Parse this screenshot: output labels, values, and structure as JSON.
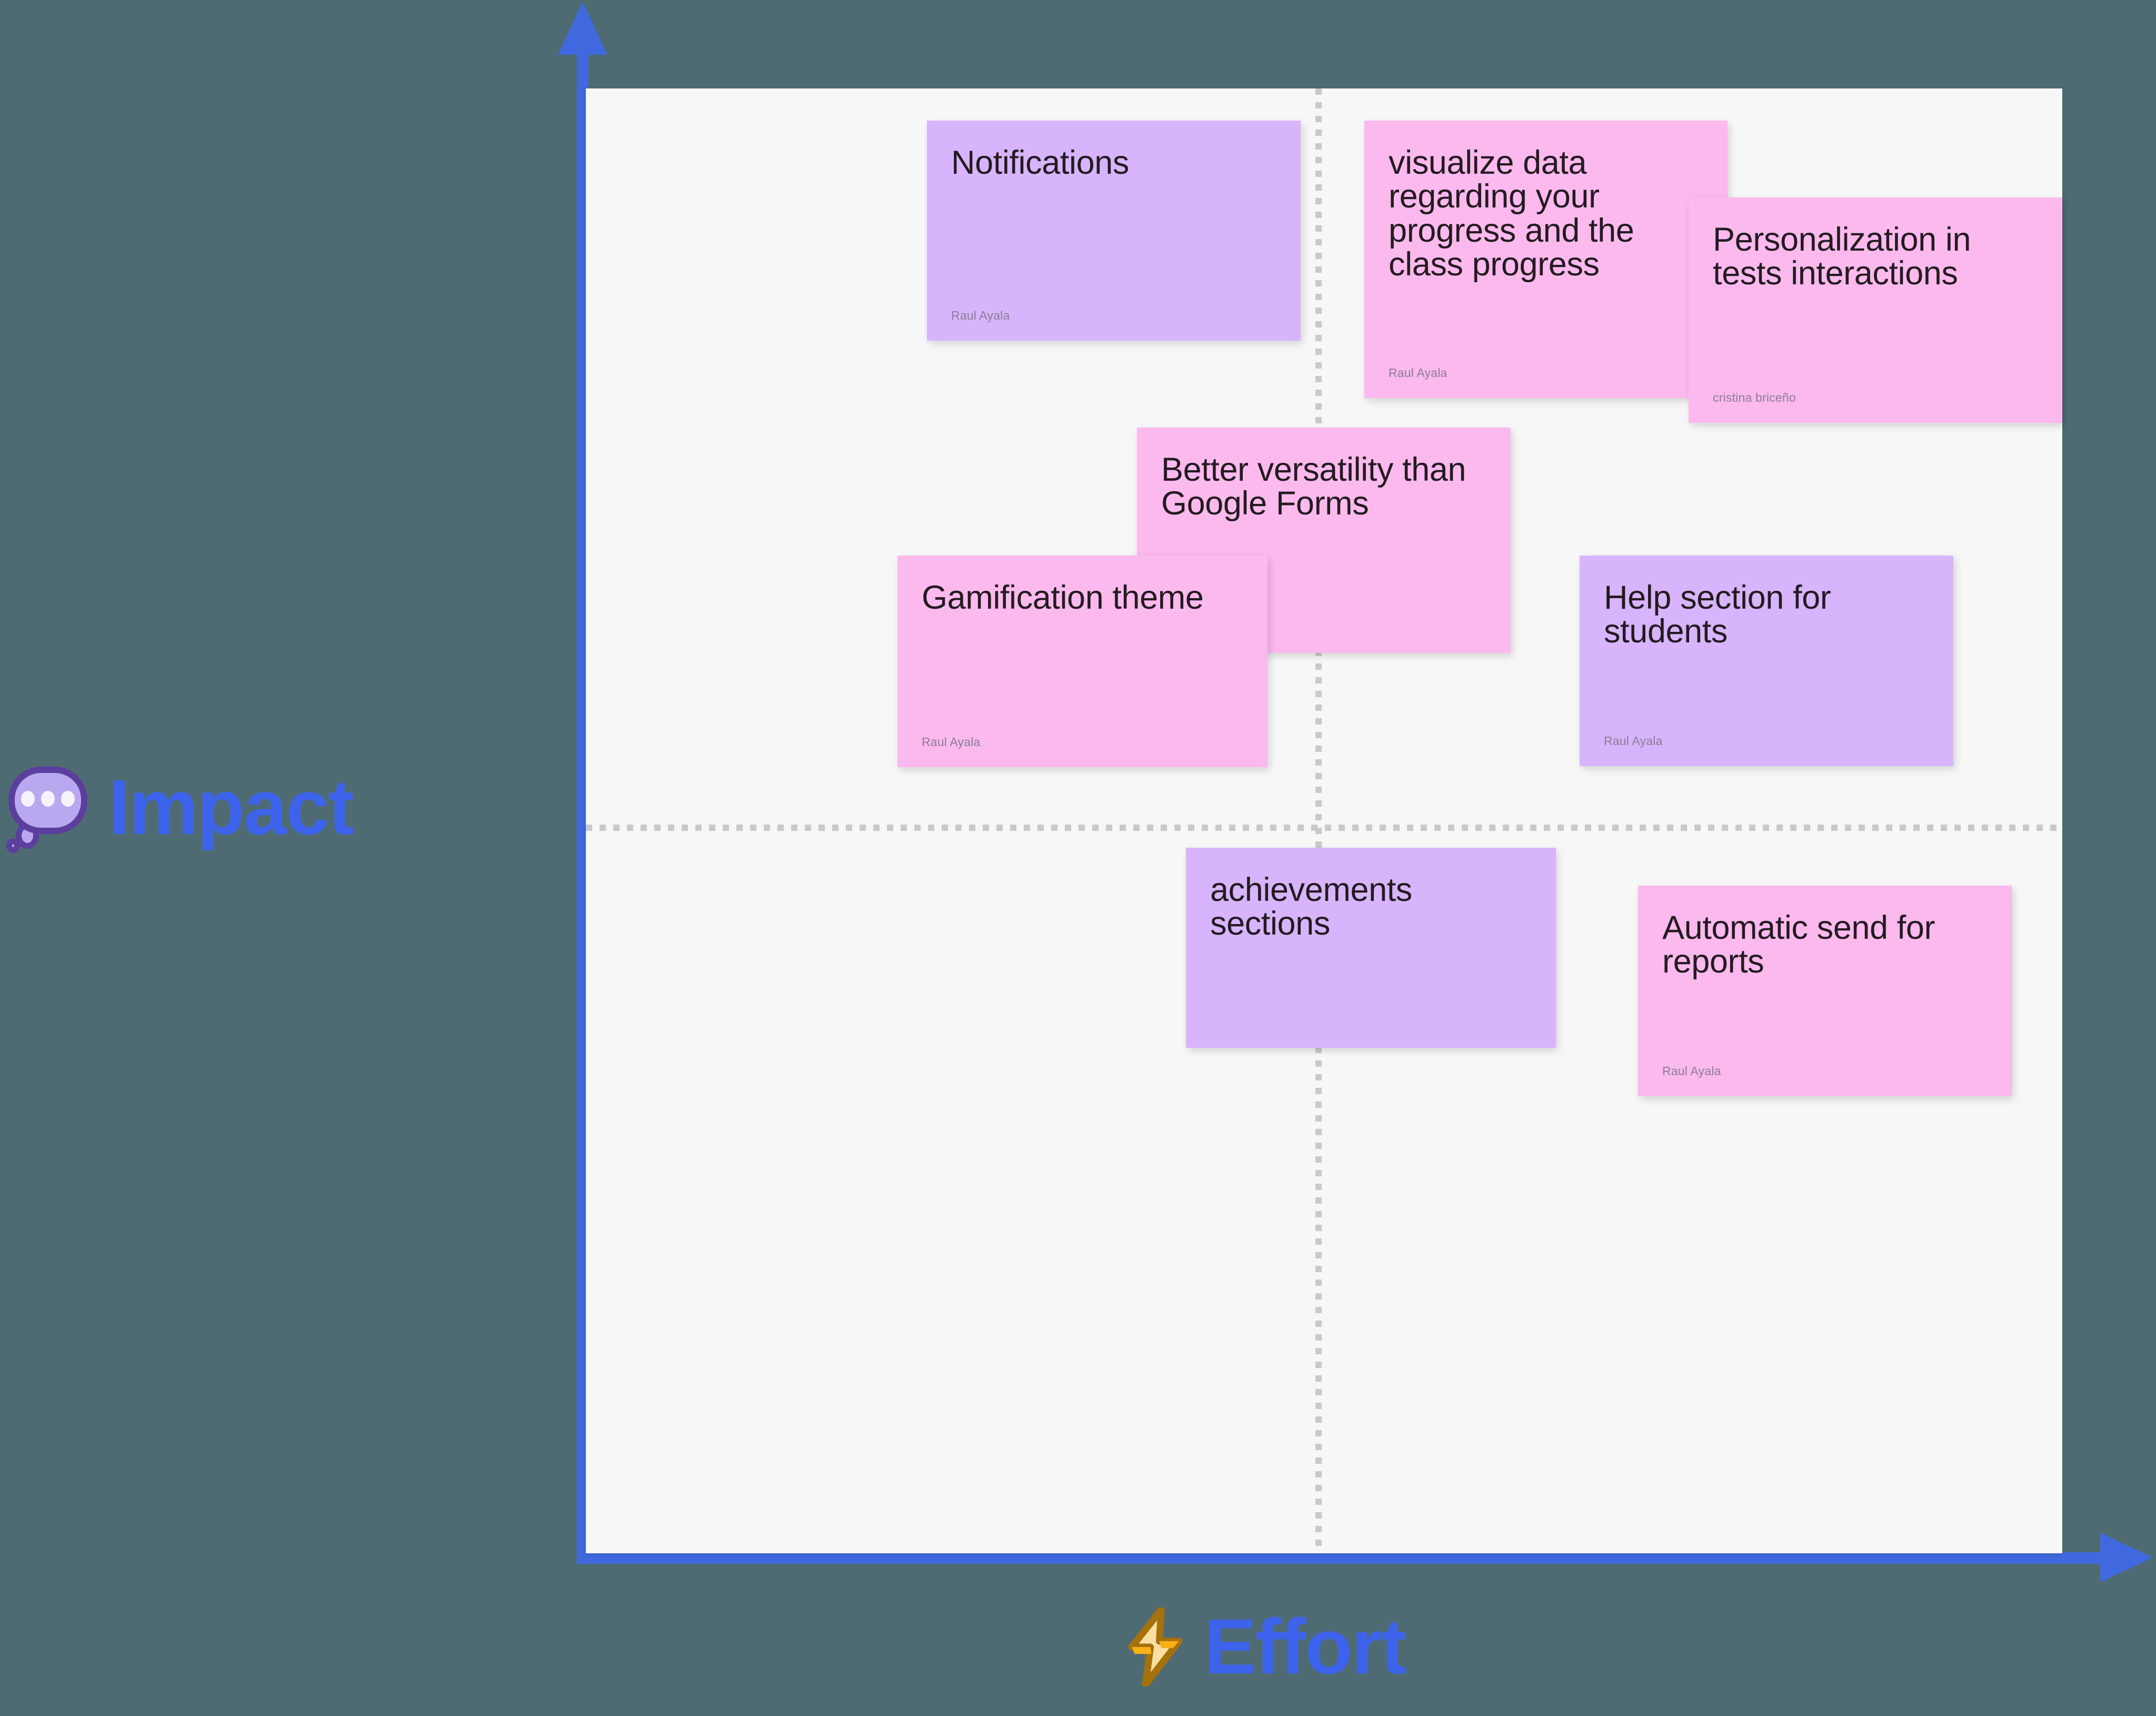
{
  "board": {
    "background_color": "#4E6B74",
    "panel_color": "#F7F7F7",
    "accent_color": "#3D63EC",
    "divider_color": "#C9C9C9"
  },
  "axes": {
    "y": {
      "label": "Impact",
      "icon": "thought-balloon-emoji",
      "color": "#3D63EC",
      "direction": "up"
    },
    "x": {
      "label": "Effort",
      "icon": "lightning-bolt-emoji",
      "color": "#3D63EC",
      "direction": "right"
    }
  },
  "chart_data": {
    "type": "scatter",
    "title": "",
    "xlabel": "Effort",
    "ylabel": "Impact",
    "quadrant_dividers": {
      "x": "center",
      "y": "upper-third"
    },
    "grid": false,
    "legend": null,
    "notes": [
      {
        "id": "notifications",
        "text": "Notifications",
        "author": "Raul Ayala",
        "color": "purple",
        "color_hex": "#D8B4FC",
        "quadrant": "low-effort / high-impact"
      },
      {
        "id": "visualize-data",
        "text": "visualize data regarding your progress and the class progress",
        "author": "Raul Ayala",
        "color": "pink",
        "color_hex": "#FBB9EE",
        "quadrant": "high-effort / high-impact"
      },
      {
        "id": "personalization",
        "text": "Personalization in tests interactions",
        "author": "cristina briceño",
        "color": "pink",
        "color_hex": "#FBB9EE",
        "quadrant": "high-effort / high-impact"
      },
      {
        "id": "better-versatility",
        "text": "Better versatility than Google Forms",
        "author": "",
        "color": "pink",
        "color_hex": "#FBB9EE",
        "quadrant": "high-effort / high-impact"
      },
      {
        "id": "gamification",
        "text": "Gamification theme",
        "author": "Raul Ayala",
        "color": "pink",
        "color_hex": "#FBB9EE",
        "quadrant": "low-effort / high-impact"
      },
      {
        "id": "help-section",
        "text": "Help section for students",
        "author": "Raul Ayala",
        "color": "purple",
        "color_hex": "#D8B4FC",
        "quadrant": "high-effort / high-impact"
      },
      {
        "id": "achievements",
        "text": "achievements sections",
        "author": "",
        "color": "purple",
        "color_hex": "#D8B4FC",
        "quadrant": "low-effort / low-impact"
      },
      {
        "id": "automatic-send",
        "text": "Automatic send for reports",
        "author": "Raul Ayala",
        "color": "pink",
        "color_hex": "#FBB9EE",
        "quadrant": "high-effort / low-impact"
      }
    ]
  }
}
